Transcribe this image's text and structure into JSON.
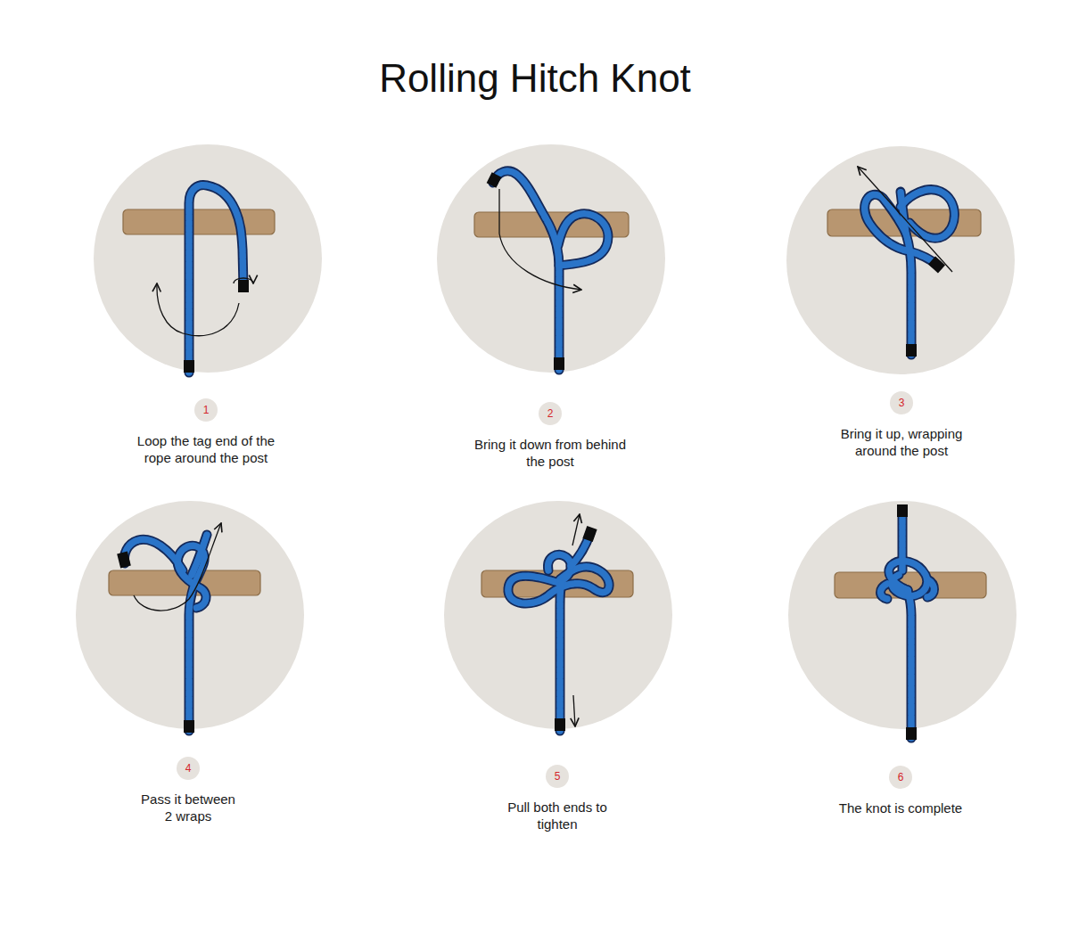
{
  "diagram": {
    "title": "Rolling Hitch Knot",
    "nodes": [
      {
        "text": [
          "1",
          "Loop the tag end of the rope around the post"
        ]
      },
      {
        "text": [
          "2",
          "Bring it down from behind the post"
        ]
      },
      {
        "text": [
          "3",
          "Bring it up, wrapping around the post"
        ]
      },
      {
        "text": [
          "4",
          "Pass it between 2 wraps"
        ]
      },
      {
        "text": [
          "5",
          "Pull both ends to tighten"
        ]
      },
      {
        "text": [
          "6",
          "The knot is complete"
        ]
      }
    ]
  }
}
